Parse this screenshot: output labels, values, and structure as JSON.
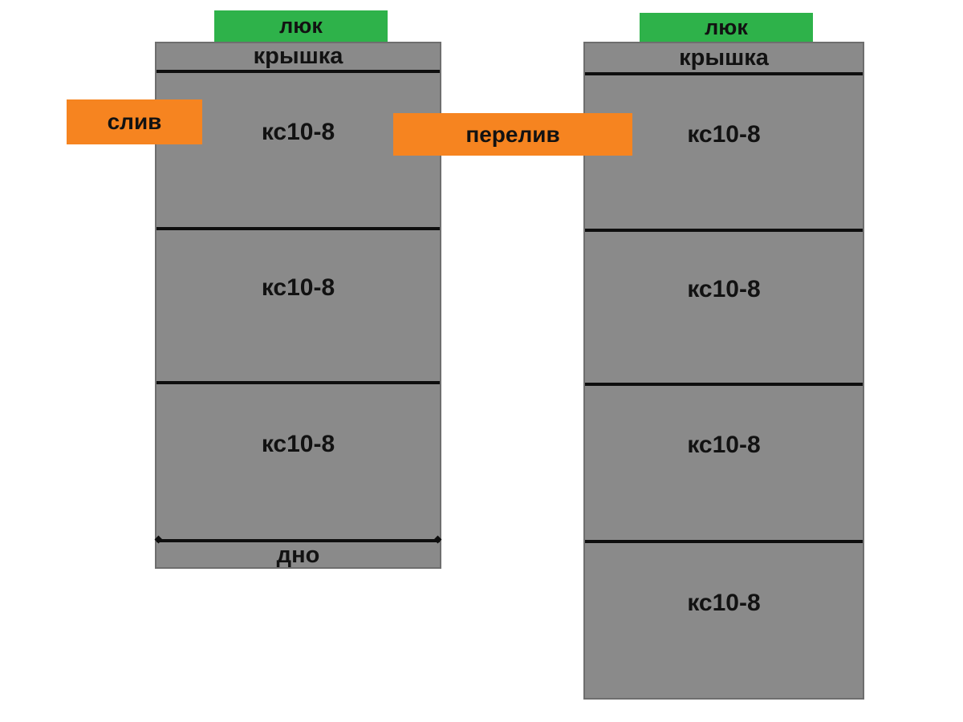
{
  "colors": {
    "concrete_gray": "#8a8a8a",
    "well_border": "#6e6e6e",
    "hatch_green": "#2eb24a",
    "tag_orange": "#f68420",
    "line_black": "#0e0e0e",
    "text_dark": "#121212",
    "page_bg": "#ffffff"
  },
  "labels": {
    "hatch": "люк",
    "cover": "крышка",
    "drain": "слив",
    "overflow": "перелив",
    "bottom": "дно"
  },
  "left_well": {
    "cover": "крышка",
    "sections": [
      "кс10-8",
      "кс10-8",
      "кс10-8"
    ],
    "bottom_label": "дно",
    "has_bottom": true
  },
  "right_well": {
    "cover": "крышка",
    "sections": [
      "кс10-8",
      "кс10-8",
      "кс10-8",
      "кс10-8"
    ],
    "has_bottom": false
  }
}
